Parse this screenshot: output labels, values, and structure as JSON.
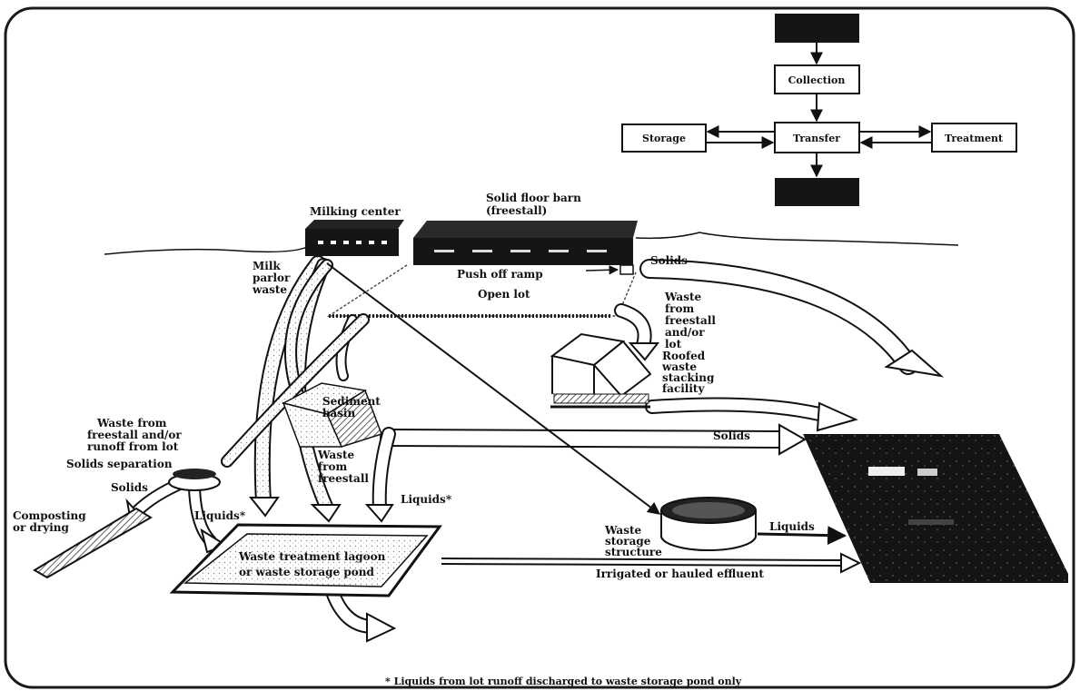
{
  "flowchart": {
    "nodes": {
      "production": "",
      "collection": "Collection",
      "storage": "Storage",
      "transfer": "Transfer",
      "treatment": "Treatment",
      "utilization": ""
    }
  },
  "labels": {
    "milking_center": "Milking center",
    "solid_floor_barn_1": "Solid floor barn",
    "solid_floor_barn_2": "(freestall)",
    "milk_parlor_waste": [
      "Milk",
      "parlor",
      "waste"
    ],
    "push_off_ramp": "Push off ramp",
    "open_lot": "Open lot",
    "solids_top": "Solids",
    "waste_from_freestall_lot": [
      "Waste",
      "from",
      "freestall",
      "and/or",
      "lot"
    ],
    "roofed_facility": [
      "Roofed",
      "waste",
      "stacking",
      "facility"
    ],
    "sediment_basin": [
      "Sediment",
      "basin"
    ],
    "waste_from_freestall": [
      "Waste",
      "from",
      "freestall"
    ],
    "solids_middle": "Solids",
    "waste_runoff": [
      "Waste from",
      "freestall and/or",
      "runoff from lot"
    ],
    "solids_separation": "Solids separation",
    "solids_left": "Solids",
    "composting": [
      "Composting",
      "or drying"
    ],
    "liquids_left": "Liquids*",
    "liquids_center": "Liquids*",
    "lagoon": [
      "Waste treatment lagoon",
      "or waste storage pond"
    ],
    "waste_storage_structure": [
      "Waste",
      "storage",
      "structure"
    ],
    "liquids_right": "Liquids",
    "irrigated": "Irrigated or hauled effluent"
  },
  "footnote": "* Liquids from lot runoff discharged to waste storage pond only",
  "colors": {
    "ink": "#111111",
    "field": "#151515",
    "paper": "#ffffff",
    "frame": "#1a1a1a"
  }
}
